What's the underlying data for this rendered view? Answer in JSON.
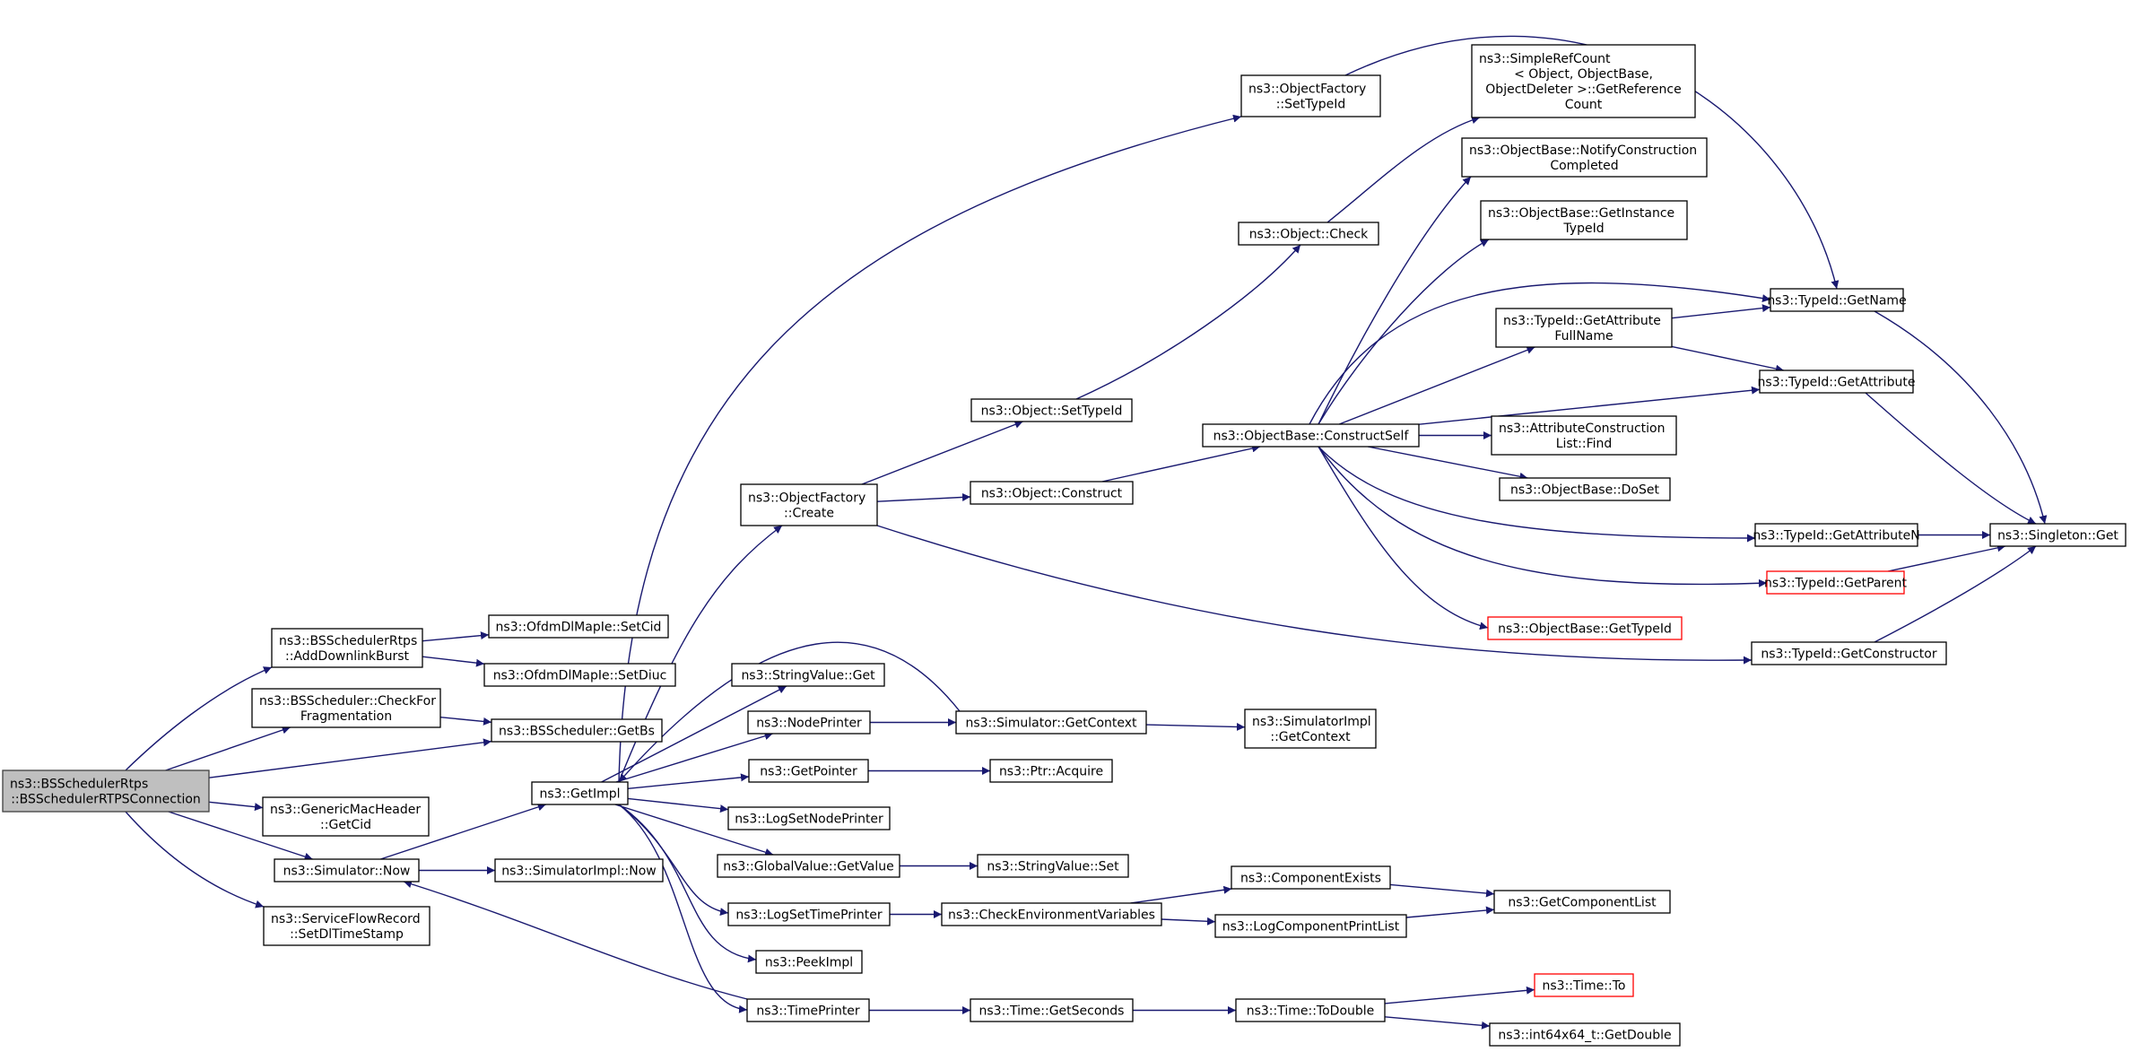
{
  "colors": {
    "edge": "#191970",
    "root_fill": "#bfbfbf",
    "node_border": "#000000",
    "truncated_border": "#ff0000"
  },
  "nodes": [
    {
      "id": "root",
      "lines": [
        "ns3::BSSchedulerRtps",
        "::BSSchedulerRTPSConnection"
      ],
      "style": "root"
    },
    {
      "id": "addDownlinkBurst",
      "lines": [
        "ns3::BSSchedulerRtps",
        "::AddDownlinkBurst"
      ]
    },
    {
      "id": "checkForFrag",
      "lines": [
        "ns3::BSScheduler::CheckFor",
        "Fragmentation"
      ]
    },
    {
      "id": "genericGetCid",
      "lines": [
        "ns3::GenericMacHeader",
        "::GetCid"
      ]
    },
    {
      "id": "simNow",
      "lines": [
        "ns3::Simulator::Now"
      ]
    },
    {
      "id": "setDlTimeStamp",
      "lines": [
        "ns3::ServiceFlowRecord",
        "::SetDlTimeStamp"
      ]
    },
    {
      "id": "setCid",
      "lines": [
        "ns3::OfdmDlMapIe::SetCid"
      ]
    },
    {
      "id": "setDiuc",
      "lines": [
        "ns3::OfdmDlMapIe::SetDiuc"
      ]
    },
    {
      "id": "getBs",
      "lines": [
        "ns3::BSScheduler::GetBs"
      ]
    },
    {
      "id": "simImplNow",
      "lines": [
        "ns3::SimulatorImpl::Now"
      ]
    },
    {
      "id": "getImpl",
      "lines": [
        "ns3::GetImpl"
      ]
    },
    {
      "id": "ofCreate",
      "lines": [
        "ns3::ObjectFactory",
        "::Create"
      ]
    },
    {
      "id": "svGet",
      "lines": [
        "ns3::StringValue::Get"
      ]
    },
    {
      "id": "nodePrinter",
      "lines": [
        "ns3::NodePrinter"
      ]
    },
    {
      "id": "getPointer",
      "lines": [
        "ns3::GetPointer"
      ]
    },
    {
      "id": "logSetNodePrinter",
      "lines": [
        "ns3::LogSetNodePrinter"
      ]
    },
    {
      "id": "gvGetValue",
      "lines": [
        "ns3::GlobalValue::GetValue"
      ]
    },
    {
      "id": "logSetTimePrinter",
      "lines": [
        "ns3::LogSetTimePrinter"
      ]
    },
    {
      "id": "peekImpl",
      "lines": [
        "ns3::PeekImpl"
      ]
    },
    {
      "id": "timePrinter",
      "lines": [
        "ns3::TimePrinter"
      ]
    },
    {
      "id": "ofSetTypeId",
      "lines": [
        "ns3::ObjectFactory",
        "::SetTypeId"
      ]
    },
    {
      "id": "objSetTypeId",
      "lines": [
        "ns3::Object::SetTypeId"
      ]
    },
    {
      "id": "objConstruct",
      "lines": [
        "ns3::Object::Construct"
      ]
    },
    {
      "id": "simGetContext",
      "lines": [
        "ns3::Simulator::GetContext"
      ]
    },
    {
      "id": "ptrAcquire",
      "lines": [
        "ns3::Ptr::Acquire"
      ]
    },
    {
      "id": "svSet",
      "lines": [
        "ns3::StringValue::Set"
      ]
    },
    {
      "id": "checkEnvVars",
      "lines": [
        "ns3::CheckEnvironmentVariables"
      ]
    },
    {
      "id": "timeGetSeconds",
      "lines": [
        "ns3::Time::GetSeconds"
      ]
    },
    {
      "id": "objCheck",
      "lines": [
        "ns3::Object::Check"
      ]
    },
    {
      "id": "constructSelf",
      "lines": [
        "ns3::ObjectBase::ConstructSelf"
      ]
    },
    {
      "id": "simImplGetContext",
      "lines": [
        "ns3::SimulatorImpl",
        "::GetContext"
      ]
    },
    {
      "id": "componentExists",
      "lines": [
        "ns3::ComponentExists"
      ]
    },
    {
      "id": "logComponentPrintList",
      "lines": [
        "ns3::LogComponentPrintList"
      ]
    },
    {
      "id": "timeToDouble",
      "lines": [
        "ns3::Time::ToDouble"
      ]
    },
    {
      "id": "srcGetRefCount",
      "lines": [
        "ns3::SimpleRefCount",
        "< Object, ObjectBase,",
        "ObjectDeleter >::GetReference",
        "Count"
      ]
    },
    {
      "id": "notifyConstruction",
      "lines": [
        "ns3::ObjectBase::NotifyConstruction",
        "Completed"
      ]
    },
    {
      "id": "getInstanceTypeId",
      "lines": [
        "ns3::ObjectBase::GetInstance",
        "TypeId"
      ]
    },
    {
      "id": "getAttrFullName",
      "lines": [
        "ns3::TypeId::GetAttribute",
        "FullName"
      ]
    },
    {
      "id": "attrConstrListFind",
      "lines": [
        "ns3::AttributeConstruction",
        "List::Find"
      ]
    },
    {
      "id": "obDoSet",
      "lines": [
        "ns3::ObjectBase::DoSet"
      ]
    },
    {
      "id": "obGetTypeId",
      "lines": [
        "ns3::ObjectBase::GetTypeId"
      ],
      "style": "truncated"
    },
    {
      "id": "getComponentList",
      "lines": [
        "ns3::GetComponentList"
      ]
    },
    {
      "id": "timeTo",
      "lines": [
        "ns3::Time::To"
      ],
      "style": "truncated"
    },
    {
      "id": "int64GetDouble",
      "lines": [
        "ns3::int64x64_t::GetDouble"
      ]
    },
    {
      "id": "tidGetName",
      "lines": [
        "ns3::TypeId::GetName"
      ]
    },
    {
      "id": "tidGetAttribute",
      "lines": [
        "ns3::TypeId::GetAttribute"
      ]
    },
    {
      "id": "tidGetAttributeN",
      "lines": [
        "ns3::TypeId::GetAttributeN"
      ]
    },
    {
      "id": "tidGetParent",
      "lines": [
        "ns3::TypeId::GetParent"
      ],
      "style": "truncated"
    },
    {
      "id": "tidGetConstructor",
      "lines": [
        "ns3::TypeId::GetConstructor"
      ]
    },
    {
      "id": "singletonGet",
      "lines": [
        "ns3::Singleton::Get"
      ]
    }
  ],
  "edges": [
    {
      "from": "root",
      "to": "addDownlinkBurst"
    },
    {
      "from": "root",
      "to": "checkForFrag"
    },
    {
      "from": "root",
      "to": "getBs"
    },
    {
      "from": "root",
      "to": "genericGetCid"
    },
    {
      "from": "root",
      "to": "simNow"
    },
    {
      "from": "root",
      "to": "setDlTimeStamp"
    },
    {
      "from": "addDownlinkBurst",
      "to": "setCid"
    },
    {
      "from": "addDownlinkBurst",
      "to": "setDiuc"
    },
    {
      "from": "checkForFrag",
      "to": "getBs"
    },
    {
      "from": "simNow",
      "to": "getImpl"
    },
    {
      "from": "simNow",
      "to": "simImplNow"
    },
    {
      "from": "timePrinter",
      "to": "simNow"
    },
    {
      "from": "getImpl",
      "to": "ofCreate"
    },
    {
      "from": "getImpl",
      "to": "ofSetTypeId"
    },
    {
      "from": "getImpl",
      "to": "svGet"
    },
    {
      "from": "getImpl",
      "to": "nodePrinter"
    },
    {
      "from": "getImpl",
      "to": "getPointer"
    },
    {
      "from": "getImpl",
      "to": "logSetNodePrinter"
    },
    {
      "from": "getImpl",
      "to": "gvGetValue"
    },
    {
      "from": "getImpl",
      "to": "logSetTimePrinter"
    },
    {
      "from": "getImpl",
      "to": "peekImpl"
    },
    {
      "from": "getImpl",
      "to": "timePrinter"
    },
    {
      "from": "simGetContext",
      "to": "getImpl"
    },
    {
      "from": "ofCreate",
      "to": "objSetTypeId"
    },
    {
      "from": "ofCreate",
      "to": "objConstruct"
    },
    {
      "from": "ofCreate",
      "to": "tidGetConstructor"
    },
    {
      "from": "ofSetTypeId",
      "to": "tidGetName"
    },
    {
      "from": "objSetTypeId",
      "to": "objCheck"
    },
    {
      "from": "objCheck",
      "to": "srcGetRefCount"
    },
    {
      "from": "objConstruct",
      "to": "constructSelf"
    },
    {
      "from": "constructSelf",
      "to": "notifyConstruction"
    },
    {
      "from": "constructSelf",
      "to": "getInstanceTypeId"
    },
    {
      "from": "constructSelf",
      "to": "tidGetName"
    },
    {
      "from": "constructSelf",
      "to": "getAttrFullName"
    },
    {
      "from": "constructSelf",
      "to": "tidGetAttribute"
    },
    {
      "from": "constructSelf",
      "to": "attrConstrListFind"
    },
    {
      "from": "constructSelf",
      "to": "obDoSet"
    },
    {
      "from": "constructSelf",
      "to": "tidGetAttributeN"
    },
    {
      "from": "constructSelf",
      "to": "tidGetParent"
    },
    {
      "from": "constructSelf",
      "to": "obGetTypeId"
    },
    {
      "from": "getAttrFullName",
      "to": "tidGetName"
    },
    {
      "from": "getAttrFullName",
      "to": "tidGetAttribute"
    },
    {
      "from": "tidGetName",
      "to": "singletonGet"
    },
    {
      "from": "tidGetAttribute",
      "to": "singletonGet"
    },
    {
      "from": "tidGetAttributeN",
      "to": "singletonGet"
    },
    {
      "from": "tidGetParent",
      "to": "singletonGet"
    },
    {
      "from": "tidGetConstructor",
      "to": "singletonGet"
    },
    {
      "from": "nodePrinter",
      "to": "simGetContext"
    },
    {
      "from": "simGetContext",
      "to": "simImplGetContext"
    },
    {
      "from": "getPointer",
      "to": "ptrAcquire"
    },
    {
      "from": "gvGetValue",
      "to": "svSet"
    },
    {
      "from": "logSetTimePrinter",
      "to": "checkEnvVars"
    },
    {
      "from": "checkEnvVars",
      "to": "componentExists"
    },
    {
      "from": "checkEnvVars",
      "to": "logComponentPrintList"
    },
    {
      "from": "componentExists",
      "to": "getComponentList"
    },
    {
      "from": "logComponentPrintList",
      "to": "getComponentList"
    },
    {
      "from": "timePrinter",
      "to": "timeGetSeconds"
    },
    {
      "from": "timeGetSeconds",
      "to": "timeToDouble"
    },
    {
      "from": "timeToDouble",
      "to": "timeTo"
    },
    {
      "from": "timeToDouble",
      "to": "int64GetDouble"
    }
  ]
}
